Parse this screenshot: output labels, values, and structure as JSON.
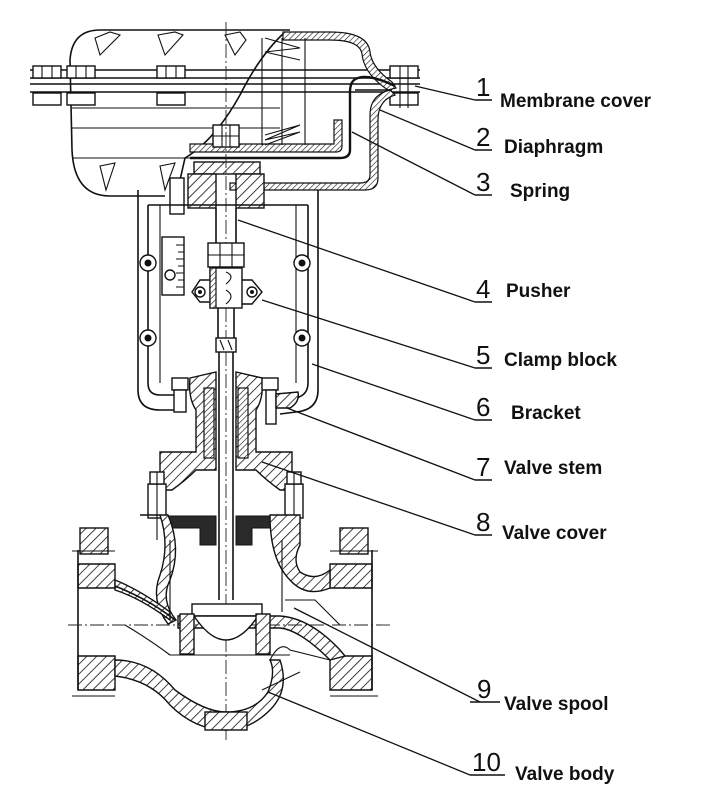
{
  "diagram": {
    "subject": "Pneumatic diaphragm control valve cross-section",
    "parts": [
      {
        "number": "1",
        "label": "Membrane cover"
      },
      {
        "number": "2",
        "label": "Diaphragm"
      },
      {
        "number": "3",
        "label": "Spring"
      },
      {
        "number": "4",
        "label": "Pusher"
      },
      {
        "number": "5",
        "label": "Clamp block"
      },
      {
        "number": "6",
        "label": "Bracket"
      },
      {
        "number": "7",
        "label": "Valve stem"
      },
      {
        "number": "8",
        "label": "Valve cover"
      },
      {
        "number": "9",
        "label": "Valve spool"
      },
      {
        "number": "10",
        "label": "Valve body"
      }
    ],
    "colors": {
      "line": "#111111",
      "background": "#ffffff"
    }
  }
}
